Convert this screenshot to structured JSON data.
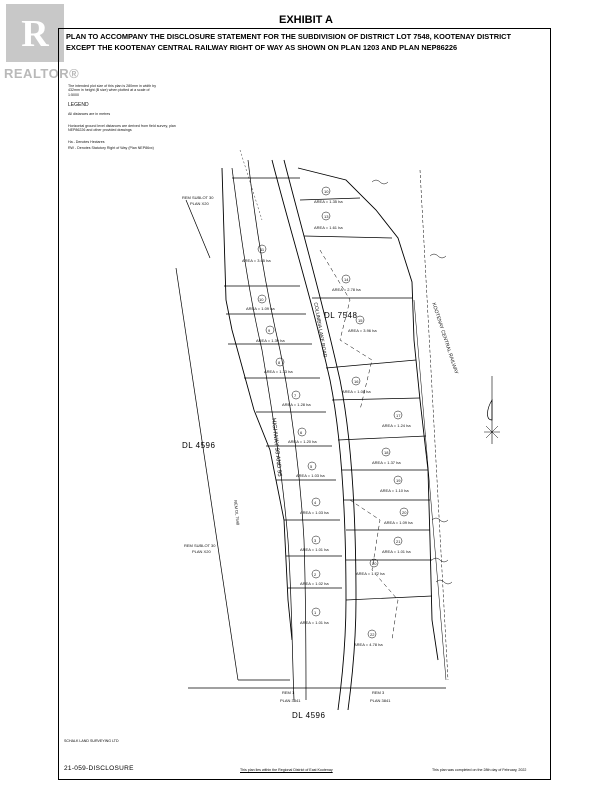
{
  "watermark": {
    "text": "REALTOR®"
  },
  "exhibit_title": "EXHIBIT A",
  "plan_title": "PLAN TO ACCOMPANY THE DISCLOSURE STATEMENT FOR THE SUBDIVISION OF DISTRICT LOT 7548, KOOTENAY DISTRICT EXCEPT THE KOOTENAY CENTRAL RAILWAY RIGHT OF WAY AS SHOWN ON PLAN 1203 AND PLAN NEP86226",
  "notes": {
    "scale_note": "The intended plot size of this plan is 280mm in width by 432mm in height (B size) when plotted at a scale of 1:5000",
    "legend_title": "LEGEND",
    "legend_1": "All distances are in metres",
    "legend_2": "Horizontal ground level distances are derived from field survey, plan NEP86226 and other provided drawings",
    "legend_3": "Ha - Denotes Hectares",
    "legend_4": "RW - Denotes Statutory Right of Way (Plan NEP86xx)"
  },
  "district_labels": {
    "dl_7548": "DL 7548",
    "dl_4596_left": "DL 4596",
    "dl_4596_bottom": "DL 4596"
  },
  "roads": {
    "columbia_lake_road": "COLUMBIA LAKE ROAD",
    "highway": "HIGHWAY 93 AND 95",
    "railway": "KOOTENAY CENTRAL RAILWAY"
  },
  "rem_labels": {
    "top_left": "REM SUBLOT 30",
    "top_left_plan": "PLAN X20",
    "mid_left": "REM SUBLOT 30",
    "mid_left_plan": "PLAN X20",
    "rem_dl": "REM DL 7548",
    "rem1": "REM 1",
    "rem1_plan": "PLAN 3841",
    "rem3": "REM 3",
    "rem3_plan": "PLAN 3841"
  },
  "lots": [
    {
      "num": "10",
      "area": "AREA = 1.35 ha"
    },
    {
      "num": "13",
      "area": "AREA = 1.61 ha"
    },
    {
      "num": "11",
      "area": "AREA = 3.65 ha"
    },
    {
      "num": "14",
      "area": "AREA = 2.78 ha"
    },
    {
      "num": "10",
      "area": "AREA = 1.09 ha"
    },
    {
      "num": "15",
      "area": "AREA = 3.96 ha"
    },
    {
      "num": "9",
      "area": "AREA = 1.39 ha"
    },
    {
      "num": "8",
      "area": "AREA = 1.33 ha"
    },
    {
      "num": "16",
      "area": "AREA = 1.08 ha"
    },
    {
      "num": "7",
      "area": "AREA = 1.28 ha"
    },
    {
      "num": "17",
      "area": "AREA = 1.24 ha"
    },
    {
      "num": "6",
      "area": "AREA = 1.20 ha"
    },
    {
      "num": "18",
      "area": "AREA = 1.37 ha"
    },
    {
      "num": "5",
      "area": "AREA = 1.03 ha"
    },
    {
      "num": "19",
      "area": "AREA = 1.10 ha"
    },
    {
      "num": "4",
      "area": "AREA = 1.03 ha"
    },
    {
      "num": "20",
      "area": "AREA = 1.09 ha"
    },
    {
      "num": "3",
      "area": "AREA = 1.01 ha"
    },
    {
      "num": "21",
      "area": "AREA = 1.01 ha"
    },
    {
      "num": "2",
      "area": "AREA = 1.02 ha"
    },
    {
      "num": "20",
      "area": "AREA = 1.72 ha"
    },
    {
      "num": "1",
      "area": "AREA = 1.01 ha"
    },
    {
      "num": "22",
      "area": "AREA = 4.78 ha"
    }
  ],
  "footer": {
    "surveyor": "SCHALK LAND SURVEYING LTD",
    "file_name": "21-059-DISCLOSURE",
    "district_note": "This plan lies within the Regional District of East Kootenay",
    "completion_note": "This plan was completed on the 28th day of February, 2022"
  }
}
